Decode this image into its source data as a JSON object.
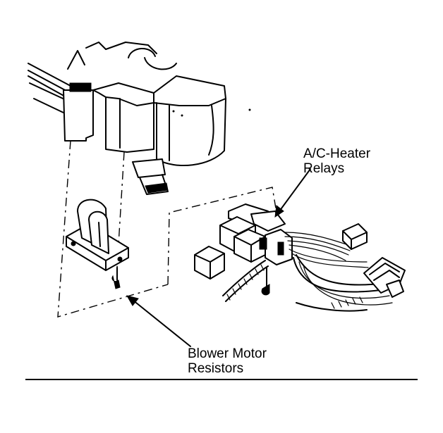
{
  "labels": {
    "relays_line1": "A/C-Heater",
    "relays_line2": "Relays",
    "resistors_line1": "Blower Motor",
    "resistors_line2": "Resistors"
  },
  "colors": {
    "ink": "#000000",
    "background": "#ffffff"
  }
}
